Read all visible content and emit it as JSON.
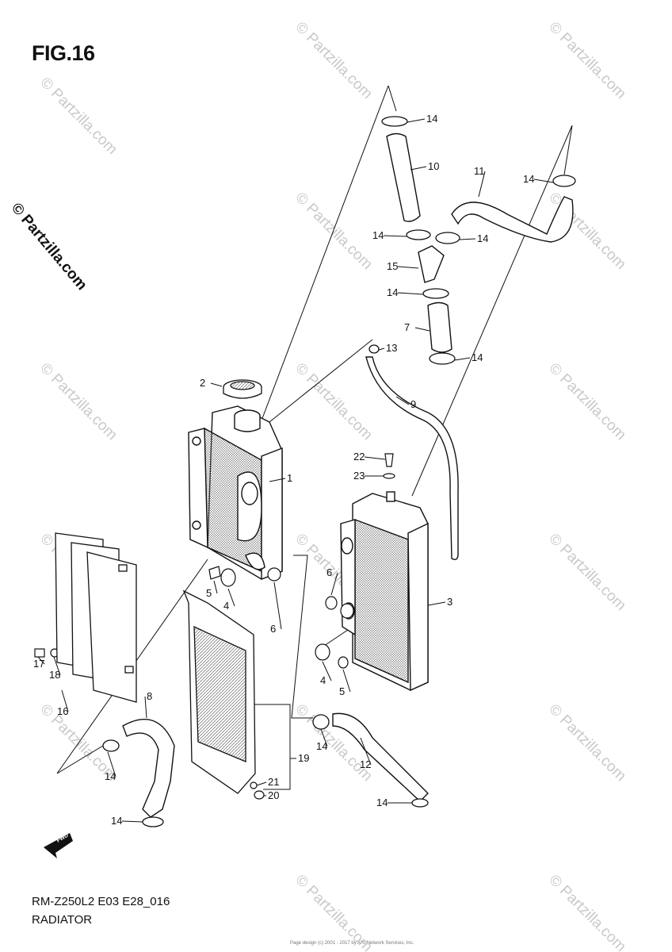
{
  "figure": {
    "title": "FIG.16",
    "model_code": "RM-Z250L2 E03 E28_016",
    "section_name": "RADIATOR"
  },
  "watermark": {
    "text": "© Partzilla.com",
    "vertical_text": "© Partzilla.com",
    "color": "#c9c9c9"
  },
  "footer": {
    "text": "Page design (c) 2001 - 2017 by ARI Network Services, Inc."
  },
  "fwd_arrow": {
    "label": "FWD"
  },
  "colors": {
    "line": "#111111",
    "fill": "#ffffff",
    "hatch": "#555555"
  },
  "callouts": [
    {
      "label": "1",
      "part": "radiator-left"
    },
    {
      "label": "2",
      "part": "radiator-cap"
    },
    {
      "label": "3",
      "part": "radiator-right"
    },
    {
      "label": "4",
      "part": "grommet"
    },
    {
      "label": "4",
      "part": "grommet"
    },
    {
      "label": "5",
      "part": "bolt"
    },
    {
      "label": "5",
      "part": "bolt"
    },
    {
      "label": "6",
      "part": "collar"
    },
    {
      "label": "6",
      "part": "collar"
    },
    {
      "label": "7",
      "part": "hose"
    },
    {
      "label": "8",
      "part": "hose"
    },
    {
      "label": "9",
      "part": "breather-hose"
    },
    {
      "label": "10",
      "part": "hose"
    },
    {
      "label": "11",
      "part": "hose"
    },
    {
      "label": "12",
      "part": "hose"
    },
    {
      "label": "13",
      "part": "clamp"
    },
    {
      "label": "14",
      "part": "clamp"
    },
    {
      "label": "14",
      "part": "clamp"
    },
    {
      "label": "14",
      "part": "clamp"
    },
    {
      "label": "14",
      "part": "clamp"
    },
    {
      "label": "14",
      "part": "clamp"
    },
    {
      "label": "14",
      "part": "clamp"
    },
    {
      "label": "14",
      "part": "clamp"
    },
    {
      "label": "14",
      "part": "clamp"
    },
    {
      "label": "14",
      "part": "clamp"
    },
    {
      "label": "14",
      "part": "clamp"
    },
    {
      "label": "15",
      "part": "joint"
    },
    {
      "label": "16",
      "part": "louver-set"
    },
    {
      "label": "17",
      "part": "nut"
    },
    {
      "label": "18",
      "part": "washer"
    },
    {
      "label": "19",
      "part": "radiator-guard"
    },
    {
      "label": "20",
      "part": "nut"
    },
    {
      "label": "21",
      "part": "washer"
    },
    {
      "label": "22",
      "part": "bolt"
    },
    {
      "label": "23",
      "part": "washer"
    }
  ]
}
